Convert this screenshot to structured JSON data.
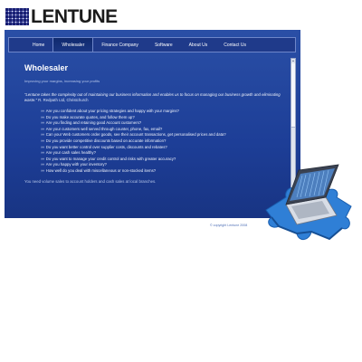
{
  "brand": {
    "name": "LENTUNE"
  },
  "nav": {
    "items": [
      {
        "label": "Home"
      },
      {
        "label": "Wholesaler"
      },
      {
        "label": "Finance Company"
      },
      {
        "label": "Software"
      },
      {
        "label": "About Us"
      },
      {
        "label": "Contact Us"
      }
    ],
    "active": "Wholesaler"
  },
  "content": {
    "heading": "Wholesaler",
    "tagline": "Improving your margins, increasing your profits",
    "quote": "\"Lentune takes the complexity out of maintaining our business information and enables us to focus on managing our business growth and eliminating waste.\"",
    "quote_author": "R. Redpath Ltd, Christchurch",
    "questions": [
      "Are you confident about your pricing strategies and happy with your margins?",
      "Do you make accurate quotes, and follow them up?",
      "Are you finding and retaining good Account customers?",
      "Are your customers well served through counter, phone, fax, email?",
      "Can your Web customers order goods, see their account transactions, get personalised prices and data?",
      "Do you provide competitive discounts based on accurate information?",
      "Do you want better control over supplier costs, discounts and rebates?",
      "Are your cash sales healthy?",
      "Do you want to manage your credit control and risks with greater accuracy?",
      "Are you happy with your inventory?",
      "How well do you deal with miscellaneous or non-stocked items?"
    ],
    "footnote": "You need volume sales to account holders and cash sales at local branches."
  },
  "footer": {
    "copyright": "© copyright Lentune 2008"
  },
  "colors": {
    "panel": "#1d3e97",
    "nav": "#1f3a8a",
    "puzzle": "#2f7fd6",
    "logo_grid": "#4e57a9"
  },
  "icons": {
    "bullet": "double-arrow-icon",
    "art": "laptop-on-puzzle-piece-icon"
  }
}
